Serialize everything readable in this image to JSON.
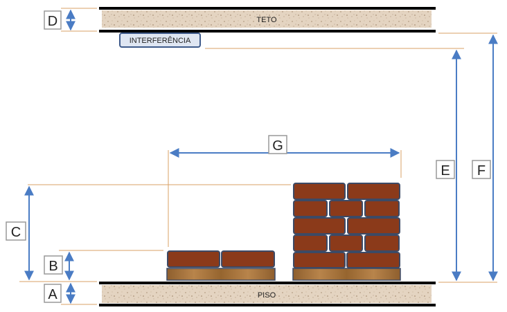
{
  "diagram": {
    "ceiling_label": "TETO",
    "floor_label": "PISO",
    "interference_label": "INTERFERÊNCIA",
    "dimension_labels": {
      "a": "A",
      "b": "B",
      "c": "C",
      "d": "D",
      "e": "E",
      "f": "F",
      "g": "G"
    },
    "colors": {
      "brick": "#8B3A1A",
      "brick_edge": "#3c4a66",
      "pallet_wood": "#a0703a",
      "slab": "#e2d2bf",
      "dimension_arrow": "#4a7cc4",
      "extension_line": "#d9a066",
      "interference_fill": "#dfe6f2",
      "interference_edge": "#3e5a8a"
    }
  }
}
